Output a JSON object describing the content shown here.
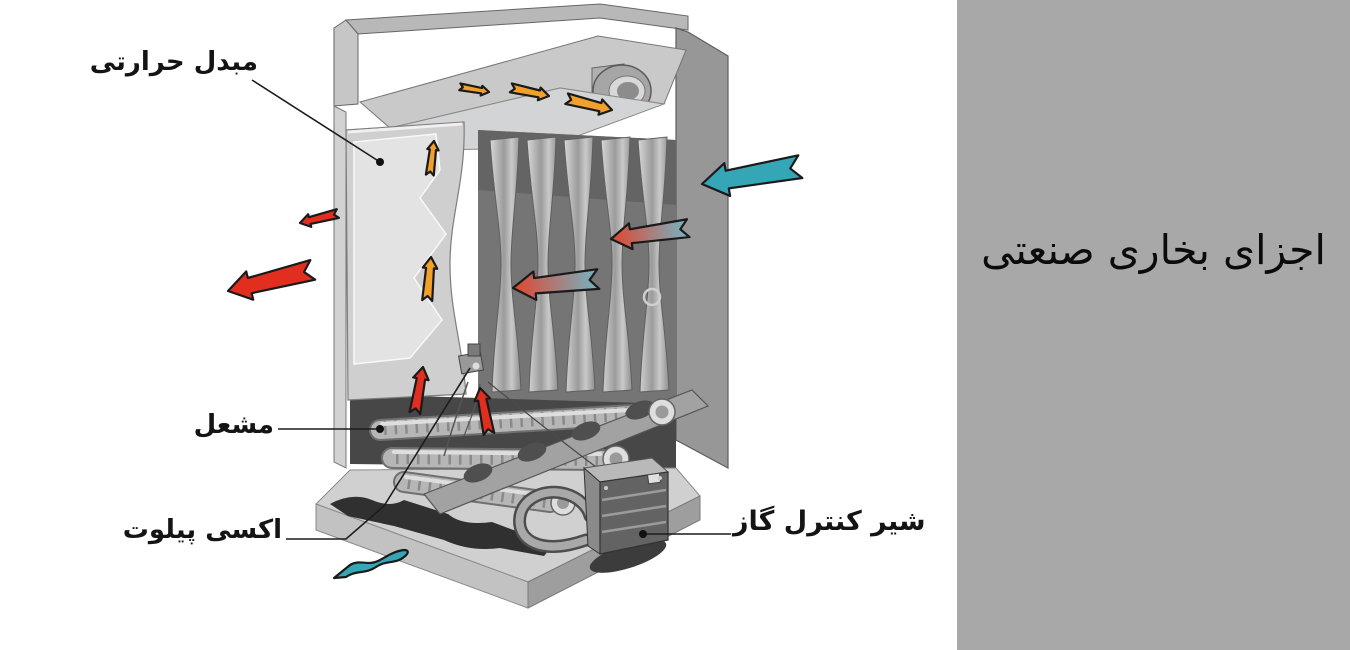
{
  "page": {
    "background": "#ffffff"
  },
  "side_panel": {
    "background": "#a8a8a8",
    "title": "اجزای بخاری صنعتی",
    "text_color": "#0b0b0b"
  },
  "diagram": {
    "label_color": "#141414",
    "labels": {
      "heat_exchanger": "مبدل حرارتی",
      "burner": "مشعل",
      "oxy_pilot": "اکسی پیلوت",
      "gas_control_valve": "شیر کنترل گاز"
    },
    "arrow_colors": {
      "flue_gas": "#f2a02c",
      "hot_air": "#e22e1f",
      "cold_air": "#35a6b6",
      "gradient_hot": "#e2452e",
      "gradient_cold": "#74b4c3"
    }
  }
}
